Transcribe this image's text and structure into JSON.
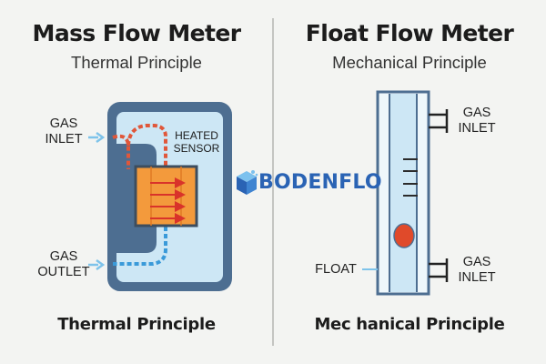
{
  "left": {
    "title": "Mass Flow Meter",
    "subtitle": "Thermal Principle",
    "inlet_label": [
      "GAS",
      "INLET"
    ],
    "outlet_label": [
      "GAS",
      "OUTLET"
    ],
    "sensor_label": [
      "HEATED",
      "SENSOR"
    ],
    "caption": "Thermal Principle"
  },
  "right": {
    "title": "Float Flow Meter",
    "subtitle": "Mechanical Principle",
    "inlet_top_label": [
      "GAS",
      "INLET"
    ],
    "inlet_bottom_label": [
      "GAS",
      "INLET"
    ],
    "float_label": "FLOAT",
    "caption": "Mec hanical Principle"
  },
  "logo": {
    "text": "BODENFLO"
  },
  "icons": {
    "inlet_arrow": "right-arrow-icon",
    "outlet_arrow": "right-arrow-icon",
    "logo_mark": "cube-logo-icon"
  },
  "colors": {
    "housing": "#4d6e91",
    "channel": "#cde7f5",
    "heater": "#f39a3c",
    "hot_flow": "#e0573a",
    "cold_flow": "#3a9ad9",
    "tube": "#d8eef8",
    "float": "#e04a2a",
    "brand": "#2a63b4"
  }
}
